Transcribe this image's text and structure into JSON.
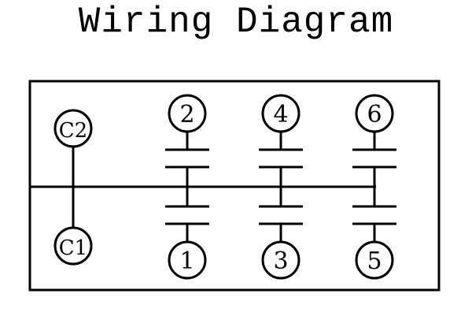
{
  "title": "Wiring Diagram",
  "terminals": {
    "c2": "C2",
    "c1": "C1",
    "t1": "1",
    "t2": "2",
    "t3": "3",
    "t4": "4",
    "t5": "5",
    "t6": "6"
  },
  "colors": {
    "line": "#000000",
    "background": "#ffffff"
  }
}
